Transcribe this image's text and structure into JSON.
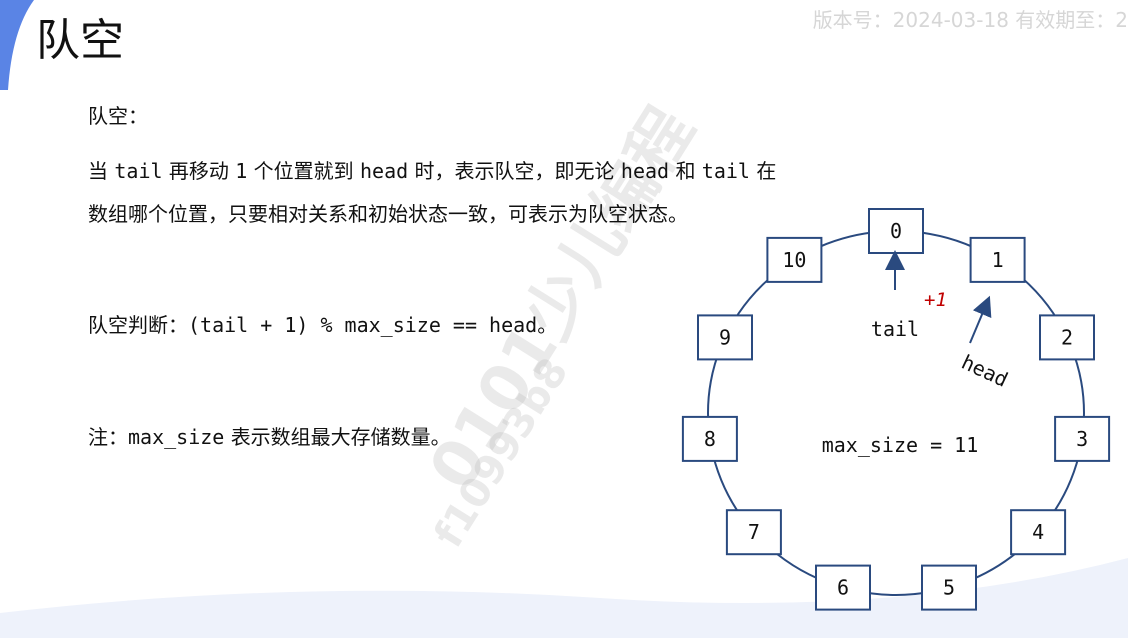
{
  "title": "队空",
  "version_text": "版本号：2024-03-18 有效期至：2",
  "content": {
    "heading": "队空：",
    "para_line1_parts": [
      "当",
      "tail",
      "再移动",
      "1",
      "个位置就到",
      "head",
      "时，表示队空，即无论",
      "head",
      "和",
      "tail",
      "在"
    ],
    "para_line2": "数组哪个位置，只要相对关系和初始状态一致，可表示为队空状态。",
    "check_label": "队空判断：",
    "check_expr": "(tail + 1) % max_size == head",
    "check_end": "。",
    "note_label": "注：",
    "note_code": "max_size",
    "note_text": "表示数组最大存储数量。"
  },
  "diagram": {
    "cells": [
      "0",
      "1",
      "2",
      "3",
      "4",
      "5",
      "6",
      "7",
      "8",
      "9",
      "10"
    ],
    "tail_label": "tail",
    "head_label": "head",
    "plus_label": "+1",
    "size_label": "max_size = 11"
  },
  "watermark": {
    "line1": "0101少儿编程",
    "line2": "f10993b8"
  },
  "colors": {
    "accent": "#2a4a7f",
    "plus": "#c00000",
    "wave": "#e9effb"
  }
}
